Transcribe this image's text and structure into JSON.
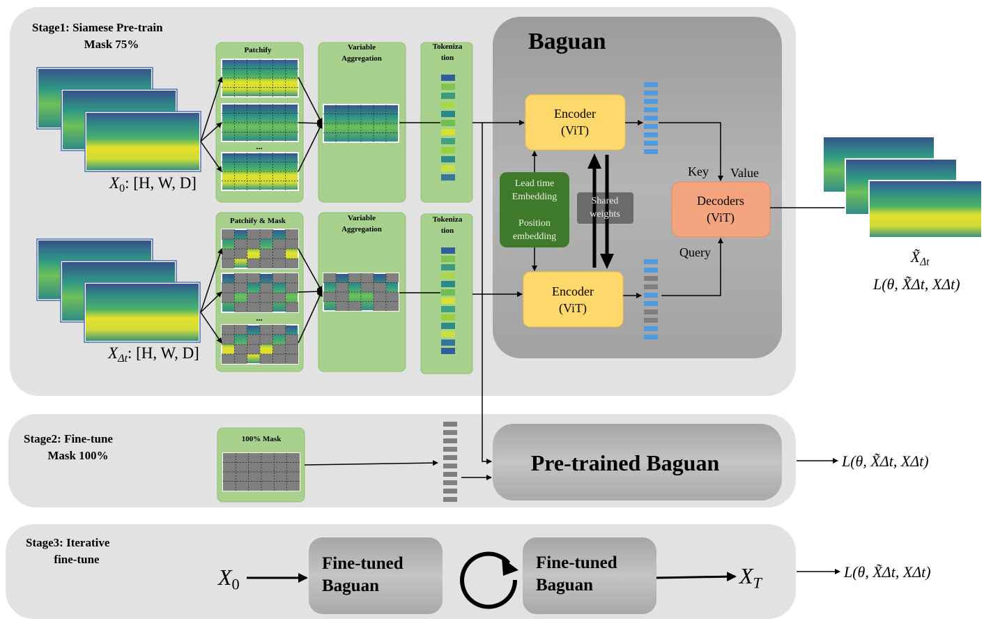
{
  "stage1": {
    "title": "Stage1: Siamese Pre-train",
    "subtitle": "Mask 75%"
  },
  "stage2": {
    "title": "Stage2: Fine-tune",
    "subtitle": "Mask 100%"
  },
  "stage3": {
    "title": "Stage3: Iterative",
    "subtitle": "fine-tune"
  },
  "baguan": {
    "title": "Baguan"
  },
  "panels": {
    "patchify": "Patchify",
    "patchify_mask": "Patchify & Mask",
    "var_agg_line1": "Variable",
    "var_agg_line2": "Aggregation",
    "token_line1": "Tokeniza",
    "token_line2": "tion",
    "mask100": "100% Mask",
    "ellipsis": "..."
  },
  "encoder": {
    "line1": "Encoder",
    "line2": "(ViT)"
  },
  "decoder": {
    "line1": "Decoders",
    "line2": "(ViT)"
  },
  "embedding": {
    "line1": "Lead time",
    "line2": "Embedding",
    "line3": "Position",
    "line4": "embedding"
  },
  "shared": {
    "line1": "Shared",
    "line2": "weights"
  },
  "labels": {
    "key": "Key",
    "value": "Value",
    "query": "Query"
  },
  "inputs": {
    "x0_sym": "X",
    "x0_sub": "0",
    "x0_dims": ": [H, W, D]",
    "xdt_sym": "X",
    "xdt_sub": "Δt",
    "xdt_dims": ": [H, W, D]"
  },
  "output": {
    "xhat_sym": "X̃",
    "xhat_sub": "Δt",
    "loss": "L(θ, X̃Δt, XΔt)"
  },
  "pretrained": {
    "title": "Pre-trained Baguan"
  },
  "finetuned": {
    "line1": "Fine-tuned",
    "line2": "Baguan"
  },
  "stage3_io": {
    "x0_sym": "X",
    "x0_sub": "0",
    "xt_sym": "X",
    "xt_sub": "T"
  },
  "colors": {
    "stage_bg": "#e2e2e2",
    "baguan_bg": "#a9a9a9",
    "panel_green": "#a8d18d",
    "encoder_fill": "#ffd86b",
    "decoder_fill": "#f4a47e",
    "embed_fill": "#3f7a2a",
    "shared_fill": "#6b6b6b",
    "token_blue": "#4f9be0",
    "token_gray": "#7f7f7f",
    "map_yellow": "#e6e22a",
    "map_teal": "#2f8f8b",
    "map_navy": "#2a3d7d"
  }
}
